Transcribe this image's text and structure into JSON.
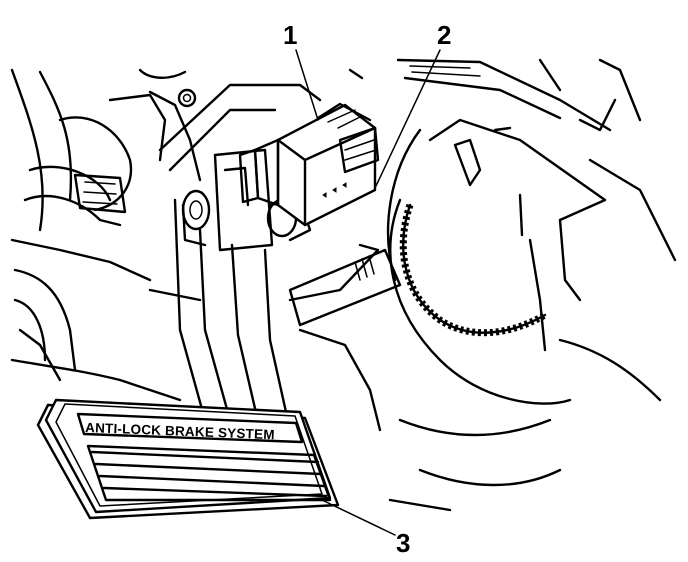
{
  "callouts": [
    {
      "number": "1"
    },
    {
      "number": "2"
    },
    {
      "number": "3"
    }
  ],
  "pedal_label": "ANTI-LOCK BRAKE SYSTEM",
  "colors": {
    "ink": "#000000",
    "paper": "#ffffff"
  }
}
